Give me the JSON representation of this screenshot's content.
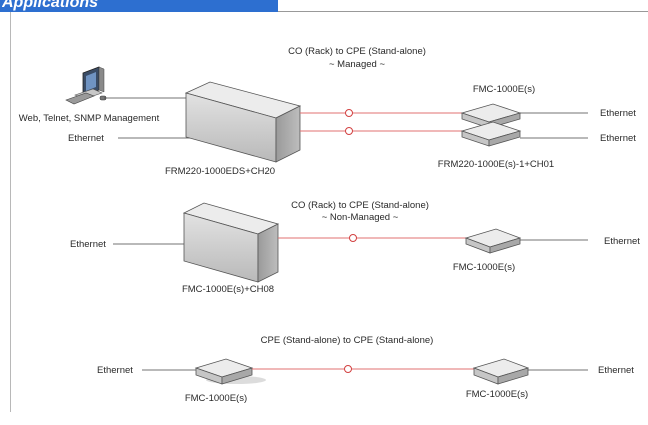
{
  "header": {
    "banner_text": "Applications"
  },
  "scenarios": [
    {
      "title": "CO (Rack) to CPE (Stand-alone)",
      "subtitle": "~ Managed ~",
      "management_label": "Web, Telnet, SNMP Management",
      "left_ethernet_label": "Ethernet",
      "chassis_label": "FRM220-1000EDS+CH20",
      "remote_device_top_label": "FMC-1000E(s)",
      "remote_device_bottom_label": "FRM220-1000E(s)-1+CH01",
      "right_ethernet_labels": [
        "Ethernet",
        "Ethernet"
      ]
    },
    {
      "title": "CO (Rack) to CPE (Stand-alone)",
      "subtitle": "~ Non-Managed ~",
      "left_ethernet_label": "Ethernet",
      "chassis_label": "FMC-1000E(s)+CH08",
      "remote_device_label": "FMC-1000E(s)",
      "right_ethernet_label": "Ethernet"
    },
    {
      "title": "CPE (Stand-alone) to CPE (Stand-alone)",
      "left_ethernet_label": "Ethernet",
      "left_device_label": "FMC-1000E(s)",
      "right_device_label": "FMC-1000E(s)",
      "right_ethernet_label": "Ethernet"
    }
  ],
  "colors": {
    "fiber": "#e07070",
    "banner": "#2d6fd0",
    "device_front": "#d4d4d4",
    "device_top": "#ececec",
    "device_side": "#a8a8a8"
  },
  "icons": [
    "computer-icon",
    "chassis-icon",
    "media-converter-icon",
    "fiber-connector-icon"
  ]
}
